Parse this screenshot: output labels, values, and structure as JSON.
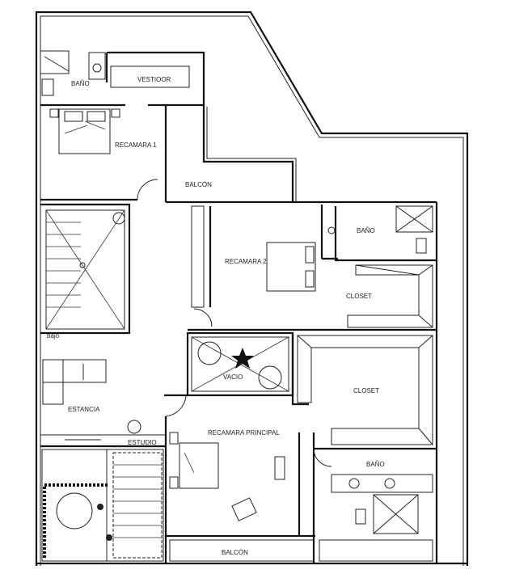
{
  "labels": {
    "bano_1": "BAÑO",
    "vestidor": "VESTIOOR",
    "recamara_1": "RECAMARA  1",
    "balcon_top": "BALCÓN",
    "bano_2": "BAÑO",
    "recamara_2": "RECAMARA  2",
    "closet_1": "CLOSET",
    "bajo": "bajo",
    "vacio": "VACIO",
    "closet_2": "CLOSET",
    "estancia": "ESTANCIA",
    "estudio": "ESTUDIO",
    "recamara_principal": "RECAMARA  PRINCIPAL",
    "bano_3": "BAÑO",
    "balcon_bottom": "BALCÓN"
  }
}
